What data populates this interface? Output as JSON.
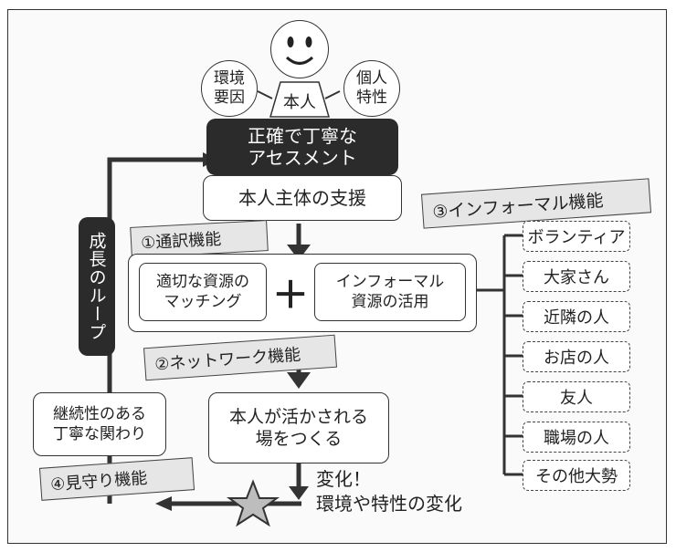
{
  "person": {
    "center_label": "本人",
    "left_bubble": "環境\n要因",
    "right_bubble": "個人\n特性"
  },
  "assessment": "正確で丁寧な\nアセスメント",
  "self_directed_support": "本人主体の支援",
  "functions": {
    "interpretation": "①通訳機能",
    "network": "②ネットワーク機能",
    "informal": "③インフォーマル機能",
    "watching": "④見守り機能"
  },
  "growth_loop": "成長のループ",
  "matching": "適切な資源の\nマッチング",
  "plus": "＋",
  "informal_resources": "インフォーマル\n資源の活用",
  "create_place": "本人が活かされる\n場をつくる",
  "change": "変化！\n環境や特性の変化",
  "continuity": "継続性のある\n丁寧な関わり",
  "resources": [
    "ボランティア",
    "大家さん",
    "近隣の人",
    "お店の人",
    "友人",
    "職場の人",
    "その他大勢"
  ],
  "colors": {
    "dark": "#2b2b2b",
    "ribbon": "#e6e6e6",
    "star": "#bdbdbd"
  }
}
